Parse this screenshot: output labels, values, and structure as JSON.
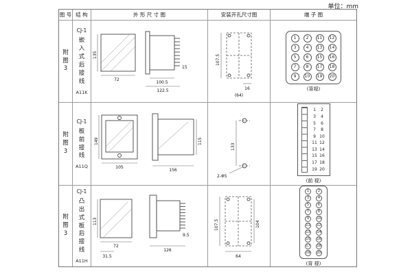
{
  "unit_label": "单位：mm",
  "colors": {
    "ink": "#222222",
    "line": "#555555"
  },
  "headers": {
    "fig": "图 号",
    "struct": "结 构",
    "outline": "外 形 尺 寸 图",
    "install": "安装开孔尺寸图",
    "terminal": "端 子 图"
  },
  "rows": [
    {
      "figure": "附图3",
      "model": "CJ-1",
      "desc": "嵌入式后接线",
      "code": "A11K",
      "outline": {
        "d1": "135",
        "d2": "72",
        "d3": "100.5",
        "d4": "122.5",
        "d5": "15"
      },
      "install": {
        "d1": "107.5",
        "d2": "16",
        "d3": "(64)"
      },
      "terminal": {
        "view": "(背视)",
        "numbers": [
          "1",
          "2",
          "11",
          "12",
          "3",
          "4",
          "13",
          "14",
          "5",
          "6",
          "15",
          "16",
          "7",
          "8",
          "17",
          "18",
          "9",
          "10",
          "19",
          "20"
        ]
      }
    },
    {
      "figure": "附图3",
      "model": "CJ-1",
      "desc": "板前接线",
      "code": "A11Q",
      "outline": {
        "d1": "149",
        "d2": "105",
        "d3": "156",
        "d4": "115"
      },
      "install": {
        "d1": "133",
        "d2": "2-Φ5"
      },
      "terminal": {
        "view": "(前 视)",
        "numbers": [
          "1",
          "2",
          "3",
          "4",
          "5",
          "6",
          "7",
          "8",
          "9",
          "10",
          "11",
          "12",
          "13",
          "14",
          "15",
          "16",
          "17",
          "18",
          "19",
          "20"
        ]
      }
    },
    {
      "figure": "附图3",
      "model": "CJ-1",
      "desc": "凸出式板后接线",
      "code": "A11H",
      "outline": {
        "d1": "113",
        "d2": "72",
        "d3": "31.5",
        "d4": "9.5",
        "d5": "126"
      },
      "install": {
        "d1": "107.5",
        "d2": "104",
        "d3": "64"
      },
      "terminal": {
        "view": "(背 视)",
        "numbers": [
          "1",
          "2",
          "3",
          "4",
          "5",
          "6",
          "7",
          "8",
          "9",
          "10",
          "11",
          "12",
          "13",
          "14",
          "15",
          "16",
          "17",
          "18",
          "19",
          "20"
        ]
      }
    }
  ]
}
